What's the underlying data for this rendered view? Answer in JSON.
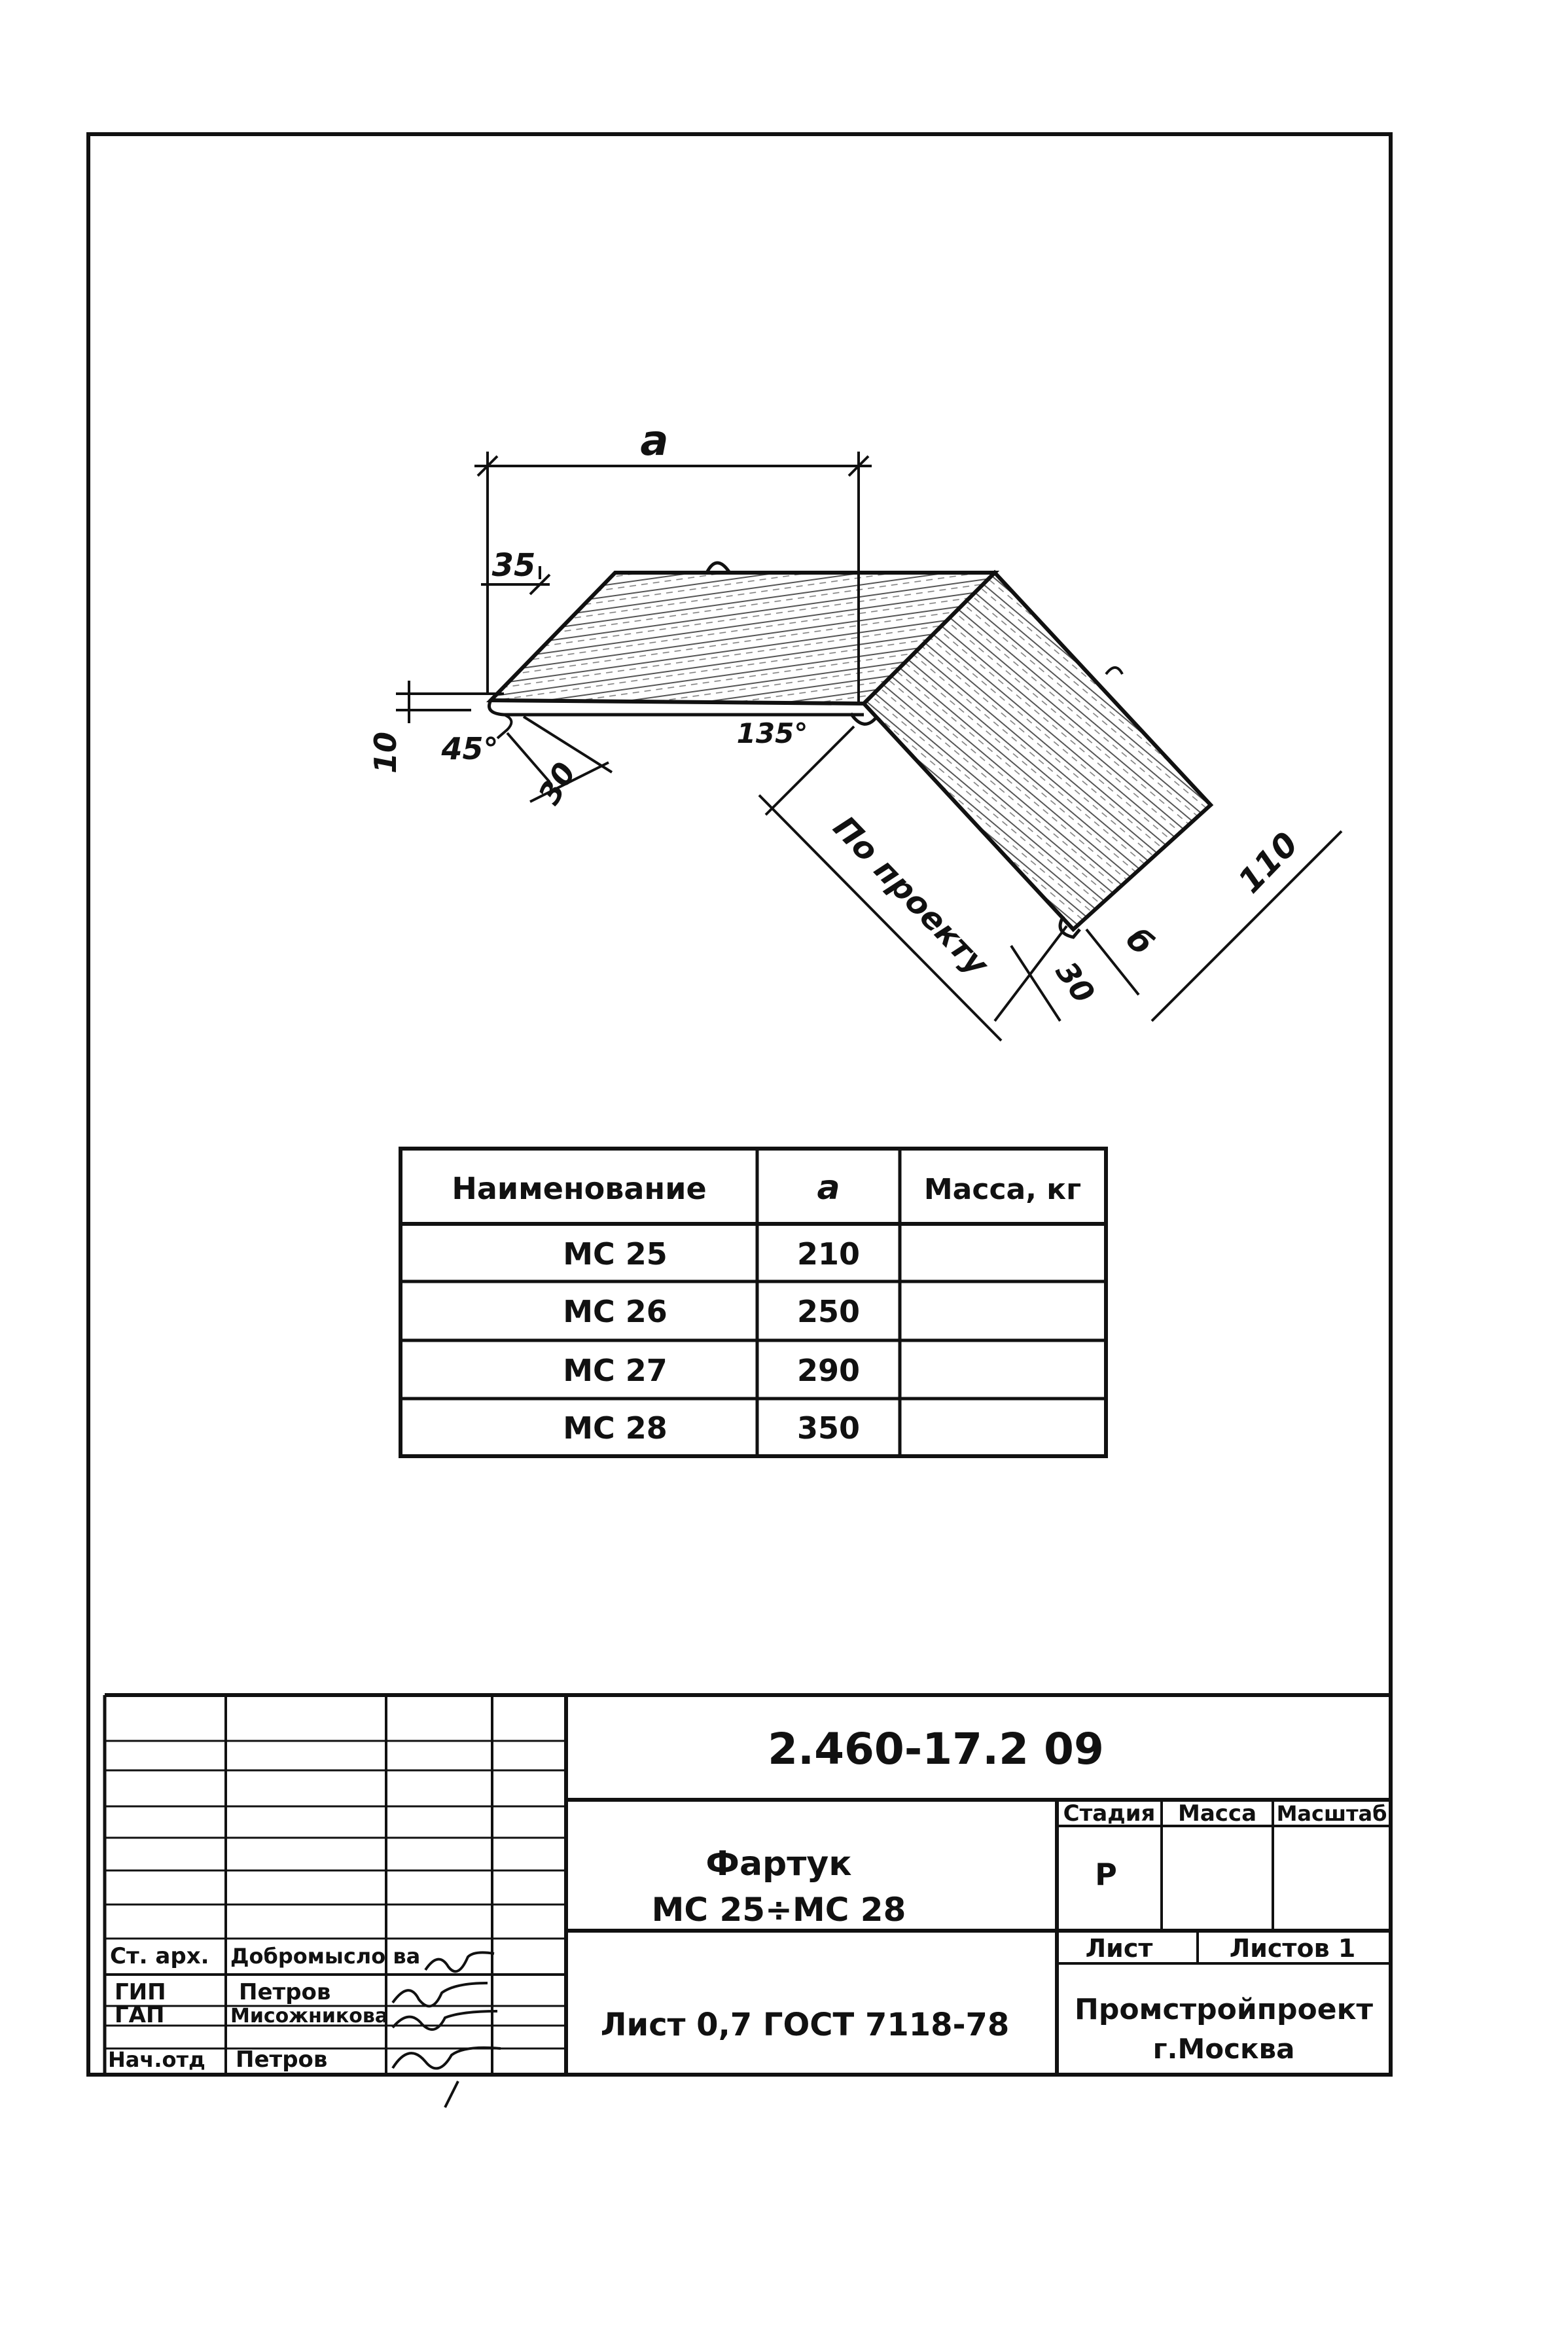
{
  "drawing": {
    "dim_a": "a",
    "dim_35": "35",
    "dim_10": "10",
    "angle_45": "45°",
    "dim_30_left": "30",
    "angle_135": "135°",
    "dim_po_proektu": "По проекту",
    "dim_30_right": "30",
    "dim_b": "б",
    "dim_110": "110"
  },
  "table": {
    "headers": [
      "Наименование",
      "a",
      "Масса, кг"
    ],
    "rows": [
      {
        "name": "МС 25",
        "a": "210",
        "mass": ""
      },
      {
        "name": "МС 26",
        "a": "250",
        "mass": ""
      },
      {
        "name": "МС 27",
        "a": "290",
        "mass": ""
      },
      {
        "name": "МС 28",
        "a": "350",
        "mass": ""
      }
    ]
  },
  "title_block": {
    "doc_code": "2.460-17.2 09",
    "title_line1": "Фартук",
    "title_line2": "МС 25÷МС 28",
    "stage_label": "Стадия",
    "mass_label": "Масса",
    "scale_label": "Масштаб",
    "stage_value": "Р",
    "sheet_label": "Лист",
    "sheets_label": "Листов 1",
    "material": "Лист 0,7 ГОСТ 7118-78",
    "org_line1": "Промстройпроект",
    "org_line2": "г.Москва",
    "staff": [
      {
        "role": "Ст. арх.",
        "name": "Добромысло ва"
      },
      {
        "role": "ГИП",
        "name": "Петров"
      },
      {
        "role": "ГАП",
        "name": "Мисожникова"
      },
      {
        "role": "Нач.отд",
        "name": "Петров"
      }
    ]
  }
}
